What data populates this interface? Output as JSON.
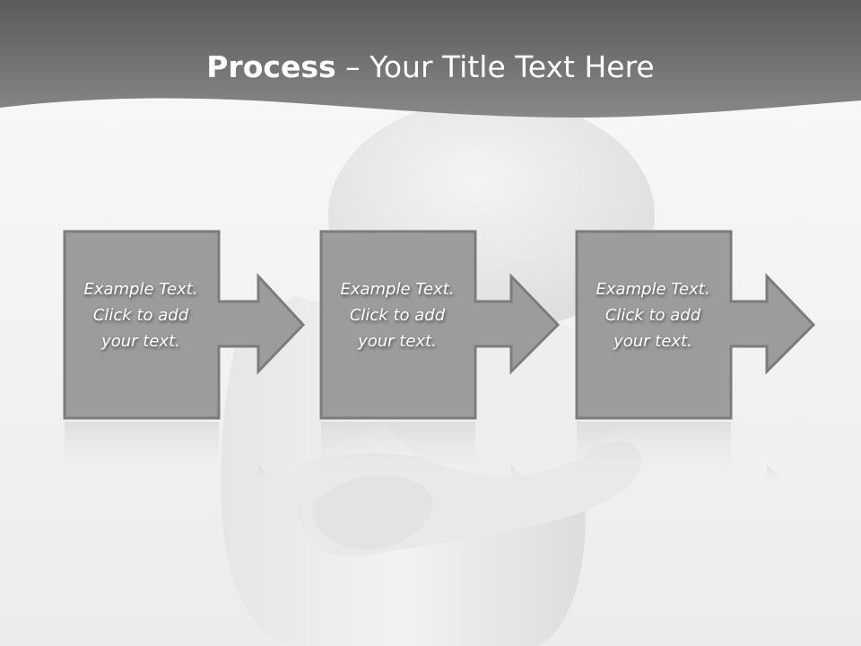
{
  "title": {
    "bold": "Process",
    "rest": " – Your Title Text Here"
  },
  "steps": [
    {
      "text": "Example Text.\nClick  to add\nyour text."
    },
    {
      "text": "Example Text.\nClick  to add\nyour text."
    },
    {
      "text": "Example Text.\nClick  to add\nyour text."
    }
  ],
  "colors": {
    "header": "#6f6f6f",
    "box_fill": "#9c9c9c",
    "box_stroke": "#7c7c7c",
    "figure": "#ebebeb"
  }
}
